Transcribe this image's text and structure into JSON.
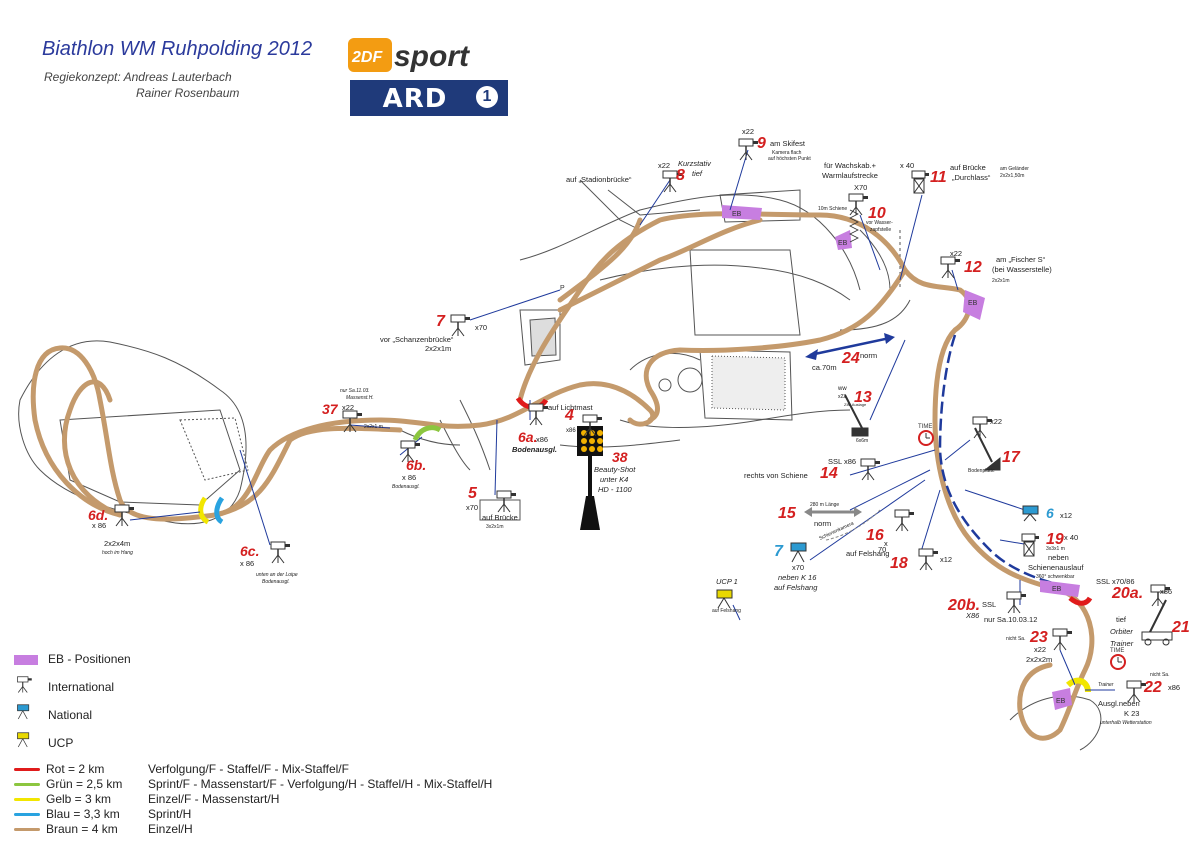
{
  "header": {
    "title": "Biathlon WM Ruhpolding 2012",
    "subtitle_1": "Regiekonzept: Andreas Lauterbach",
    "subtitle_2": "Rainer Rosenbaum"
  },
  "logos": {
    "zdf": "2DFsport",
    "ard": "ARD"
  },
  "colors": {
    "rot": "#e01b1b",
    "gruen": "#8cc63f",
    "gelb": "#f2e600",
    "blau": "#29a3e0",
    "braun": "#c49a6c",
    "eb": "#c77ee0",
    "camera_nat": "#2c9ad1",
    "camera_ucp": "#e8d800",
    "label_red": "#d42020",
    "outline": "#555555"
  },
  "legend": {
    "eb": "EB - Positionen",
    "international": "International",
    "national": "National",
    "ucp": "UCP",
    "lines": [
      {
        "key": "rot",
        "label": "Rot = 2 km",
        "desc": "Verfolgung/F - Staffel/F - Mix-Staffel/F"
      },
      {
        "key": "gruen",
        "label": "Grün = 2,5 km",
        "desc": "Sprint/F - Massenstart/F - Verfolgung/H - Staffel/H - Mix-Staffel/H"
      },
      {
        "key": "gelb",
        "label": "Gelb = 3 km",
        "desc": "Einzel/F - Massenstart/H"
      },
      {
        "key": "blau",
        "label": "Blau = 3,3 km",
        "desc": "Sprint/H"
      },
      {
        "key": "braun",
        "label": "Braun = 4 km",
        "desc": "Einzel/H"
      }
    ]
  },
  "map": {
    "positions": [
      {
        "num": "4",
        "lines": [
          "auf Lichtmast",
          "x86",
          "38",
          "Beauty-Shot",
          "unter K4",
          "HD - 1100"
        ]
      },
      {
        "num": "5",
        "lines": [
          "x70",
          "auf Brücke",
          "3x2x1m"
        ]
      },
      {
        "num": "6a.",
        "lines": [
          "x86",
          "Bodenausgl."
        ]
      },
      {
        "num": "6b.",
        "lines": [
          "x 86",
          "Bodenausgl."
        ]
      },
      {
        "num": "6c.",
        "lines": [
          "x 86",
          "unten an der Loipe",
          "Bodenausgl."
        ]
      },
      {
        "num": "6d.",
        "lines": [
          "x 86",
          "2x2x4m",
          "hoch im Hang"
        ]
      },
      {
        "num": "6",
        "lines": [
          "x12"
        ]
      },
      {
        "num": "7",
        "lines": [
          "x70",
          "vor „Schanzenbrücke“",
          "2x2x1m"
        ]
      },
      {
        "num": "7",
        "lines": [
          "x70",
          "neben K 16",
          "auf Felshang"
        ]
      },
      {
        "num": "8",
        "lines": [
          "x22",
          "Kurzstativ",
          "tief",
          "auf „Stadionbrücke“"
        ]
      },
      {
        "num": "9",
        "lines": [
          "x22",
          "am Skifest",
          "Kamera flach",
          "auf höchsten Punkt"
        ]
      },
      {
        "num": "10",
        "lines": [
          "für Wachskab.+",
          "Warmlaufstrecke",
          "X70",
          "10m Schiene",
          "vor Wasser-",
          "zapfstelle"
        ]
      },
      {
        "num": "11",
        "lines": [
          "x 40",
          "auf Brücke",
          "„Durchlass“",
          "am Geländer",
          "2x2x1,50m"
        ]
      },
      {
        "num": "12",
        "lines": [
          "x22",
          "am „Fischer S“",
          "(bei Wasserstelle)",
          "2x2x1m"
        ]
      },
      {
        "num": "13",
        "lines": [
          "ww",
          "x22",
          "ZIM Auslage",
          "6x6m"
        ]
      },
      {
        "num": "14",
        "lines": [
          "SSL",
          "x86",
          "rechts von Schiene"
        ]
      },
      {
        "num": "15",
        "lines": [
          "280 m Länge",
          "norm"
        ]
      },
      {
        "num": "16",
        "lines": [
          "x",
          "70",
          "auf Felshang",
          "Schienenkamera"
        ]
      },
      {
        "num": "17",
        "lines": [
          "x22",
          "Bodenplatte"
        ]
      },
      {
        "num": "18",
        "lines": [
          "x12"
        ]
      },
      {
        "num": "19",
        "lines": [
          "x 40",
          "3x3x1 m",
          "neben",
          "Schienenauslauf",
          "360° schwenkbar"
        ]
      },
      {
        "num": "20a.",
        "lines": [
          "SSL x70/86",
          "x86",
          "tief",
          "Orbiter",
          "Trainer"
        ]
      },
      {
        "num": "20b.",
        "lines": [
          "SSL",
          "nur Sa.10.03.12",
          "X86"
        ]
      },
      {
        "num": "21",
        "lines": []
      },
      {
        "num": "22",
        "lines": [
          "x86",
          "nicht Sa.",
          "Ausgl.neben",
          "K 23",
          "unterhalb Wetterstation",
          "Trainer"
        ]
      },
      {
        "num": "23",
        "lines": [
          "nicht Sa.",
          "x22",
          "2x2x2m"
        ]
      },
      {
        "num": "24",
        "lines": [
          "norm",
          "ca.70m"
        ]
      },
      {
        "num": "37",
        "lines": [
          "x22",
          "nur Sa.11.03.",
          "Massenst.H.",
          "2x2x1 m"
        ]
      }
    ],
    "misc": {
      "ucp1": "UCP 1",
      "ucp1_note": "auf Felshang",
      "time": "TIME",
      "eb": "EB",
      "p": "P"
    }
  }
}
